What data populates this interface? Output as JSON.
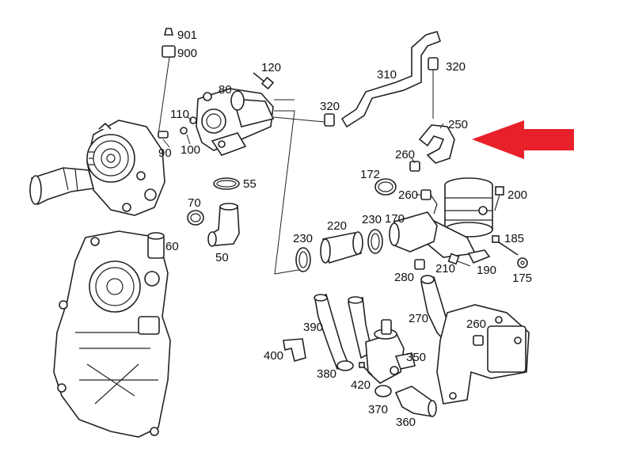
{
  "diagram": {
    "labels": {
      "p901": "901",
      "p900": "900",
      "p120": "120",
      "p80": "80",
      "p110": "110",
      "p90": "90",
      "p100": "100",
      "p55": "55",
      "p70": "70",
      "p50": "50",
      "p60": "60",
      "p310": "310",
      "p320a": "320",
      "p320b": "320",
      "p250": "250",
      "p260a": "260",
      "p260b": "260",
      "p172": "172",
      "p200": "200",
      "p230a": "230",
      "p220": "220",
      "p230b": "230",
      "p170": "170",
      "p185": "185",
      "p210": "210",
      "p190": "190",
      "p175": "175",
      "p280": "280",
      "p270": "270",
      "p260c": "260",
      "p390": "390",
      "p400": "400",
      "p380": "380",
      "p350": "350",
      "p420": "420",
      "p370": "370",
      "p360": "360"
    },
    "arrow_color": "#e8202a"
  }
}
